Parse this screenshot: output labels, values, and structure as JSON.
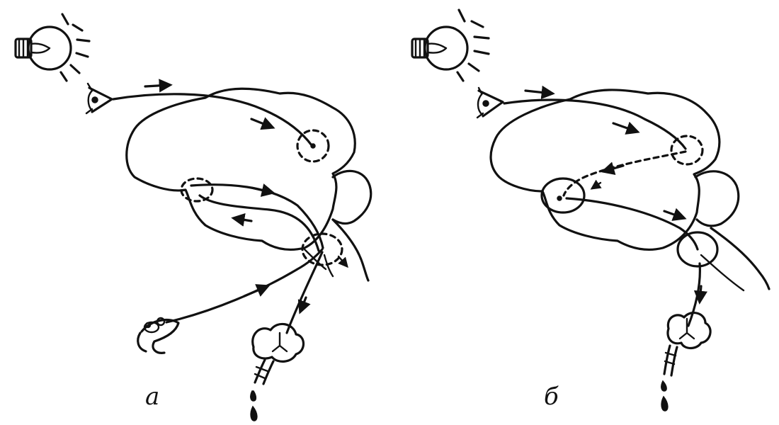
{
  "panels": [
    {
      "id": "a",
      "label": "a",
      "ink_color": "#111111"
    },
    {
      "id": "b",
      "label": "б",
      "ink_color": "#111111"
    }
  ]
}
